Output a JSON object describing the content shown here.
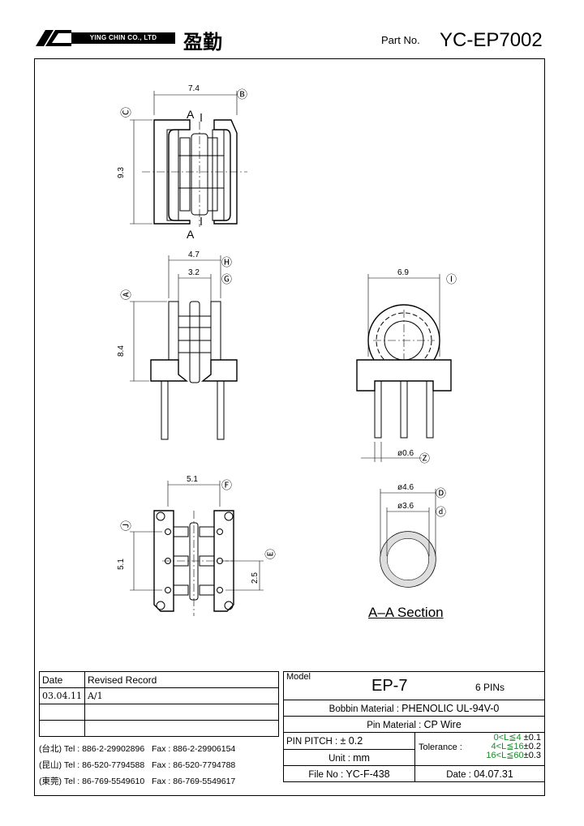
{
  "header": {
    "company": "YING CHIN CO., LTD",
    "chinese_name": "盈勤",
    "part_no_label": "Part No.",
    "part_no": "YC-EP7002"
  },
  "drawing": {
    "top_view": {
      "width_dim": "7.4",
      "width_tag": "Ⓑ",
      "height_dim": "9.3",
      "height_tag": "Ⓒ",
      "section_mark": "A"
    },
    "side_view": {
      "outer_dim": "4.7",
      "outer_tag": "Ⓗ",
      "inner_dim": "3.2",
      "inner_tag": "Ⓖ",
      "height_dim": "8.4",
      "height_tag": "Ⓐ"
    },
    "front_view": {
      "width_dim": "6.9",
      "width_tag": "Ⓘ",
      "pin_dim": "ø0.6",
      "pin_tag": "Ⓩ"
    },
    "bottom_view": {
      "width_dim": "5.1",
      "width_tag": "Ⓕ",
      "height_dim": "5.1",
      "height_tag": "Ⓙ",
      "pitch_dim": "2.5",
      "pitch_tag": "Ⓔ"
    },
    "section": {
      "outer_dim": "ø4.6",
      "outer_tag": "Ⓓ",
      "inner_dim": "ø3.6",
      "inner_tag": "ⓓ",
      "label": "A–A Section"
    }
  },
  "revision": {
    "header_date": "Date",
    "header_record": "Revised Record",
    "rows": [
      {
        "date": "03.04.11",
        "record": "A/1"
      },
      {
        "date": "",
        "record": ""
      },
      {
        "date": "",
        "record": ""
      }
    ]
  },
  "contacts": [
    {
      "region": "(台北)",
      "tel": "Tel : 886-2-29902896",
      "fax": "Fax : 886-2-29906154"
    },
    {
      "region": "(昆山)",
      "tel": "Tel : 86-520-7794588",
      "fax": "Fax : 86-520-7794788"
    },
    {
      "region": "(東莞)",
      "tel": "Tel : 86-769-5549610",
      "fax": "Fax : 86-769-5549617"
    }
  ],
  "spec": {
    "model_label": "Model",
    "model": "EP-7",
    "pins": "6 PINs",
    "bobbin_label": "Bobbin  Material :",
    "bobbin": "PHENOLIC UL-94V-0",
    "pin_material_label": "Pin  Material :",
    "pin_material": "CP Wire",
    "pitch_label": "PIN  PITCH :",
    "pitch": "± 0.2",
    "unit_label": "Unit :",
    "unit": "mm",
    "file_label": "File  No :",
    "file": "YC-F-438",
    "tolerance_label": "Tolerance :",
    "tol1_range": "0<L≦4",
    "tol1": "±0.1",
    "tol2_range": "4<L≦16",
    "tol2": "±0.2",
    "tol3_range": "16<L≦60",
    "tol3": "±0.3",
    "date_label": "Date :",
    "date": "04.07.31",
    "accent_color": "#1a8a2a"
  }
}
